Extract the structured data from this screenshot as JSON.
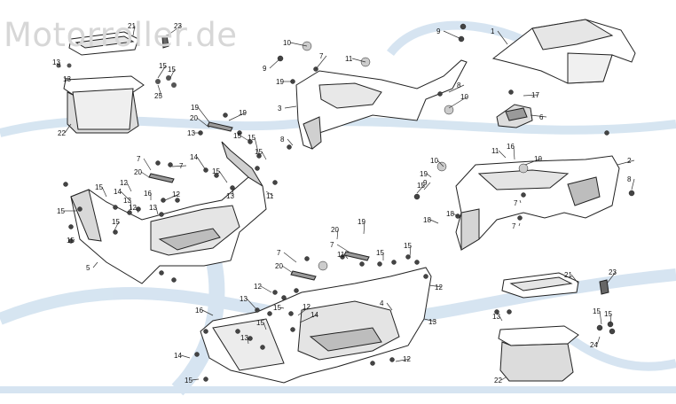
{
  "watermark": {
    "text": "Motorroller.de",
    "color": "#d7d7d7"
  },
  "diagram": {
    "part_numbers": [
      "1",
      "2",
      "3",
      "4",
      "5",
      "6",
      "7",
      "8",
      "9",
      "10",
      "11",
      "12",
      "13",
      "14",
      "15",
      "16",
      "17",
      "18",
      "19",
      "20",
      "21",
      "22",
      "23",
      "24",
      "25"
    ],
    "callouts": [
      "21",
      "23",
      "13",
      "13",
      "15",
      "15",
      "25",
      "22",
      "10",
      "9",
      "19",
      "7",
      "11",
      "8",
      "10",
      "3",
      "9",
      "1",
      "17",
      "6",
      "19",
      "20",
      "13",
      "14",
      "15",
      "7",
      "20",
      "7",
      "19",
      "15",
      "15",
      "15",
      "13",
      "12",
      "15",
      "16",
      "14",
      "13",
      "15",
      "12",
      "13",
      "12",
      "11",
      "15",
      "15",
      "5",
      "8",
      "11",
      "10",
      "19",
      "15",
      "9",
      "16",
      "7",
      "10",
      "2",
      "8",
      "18",
      "18",
      "7",
      "19",
      "20",
      "7",
      "11",
      "15",
      "15",
      "7",
      "20",
      "12",
      "13",
      "15",
      "12",
      "14",
      "16",
      "15",
      "13",
      "4",
      "13",
      "12",
      "12",
      "21",
      "23",
      "15",
      "15",
      "13",
      "24",
      "22",
      "14",
      "15"
    ],
    "colors": {
      "line": "#222222",
      "swirl": "#cfe0ef",
      "part_fill": "#ffffff",
      "shade": "#bdbdbd"
    }
  }
}
